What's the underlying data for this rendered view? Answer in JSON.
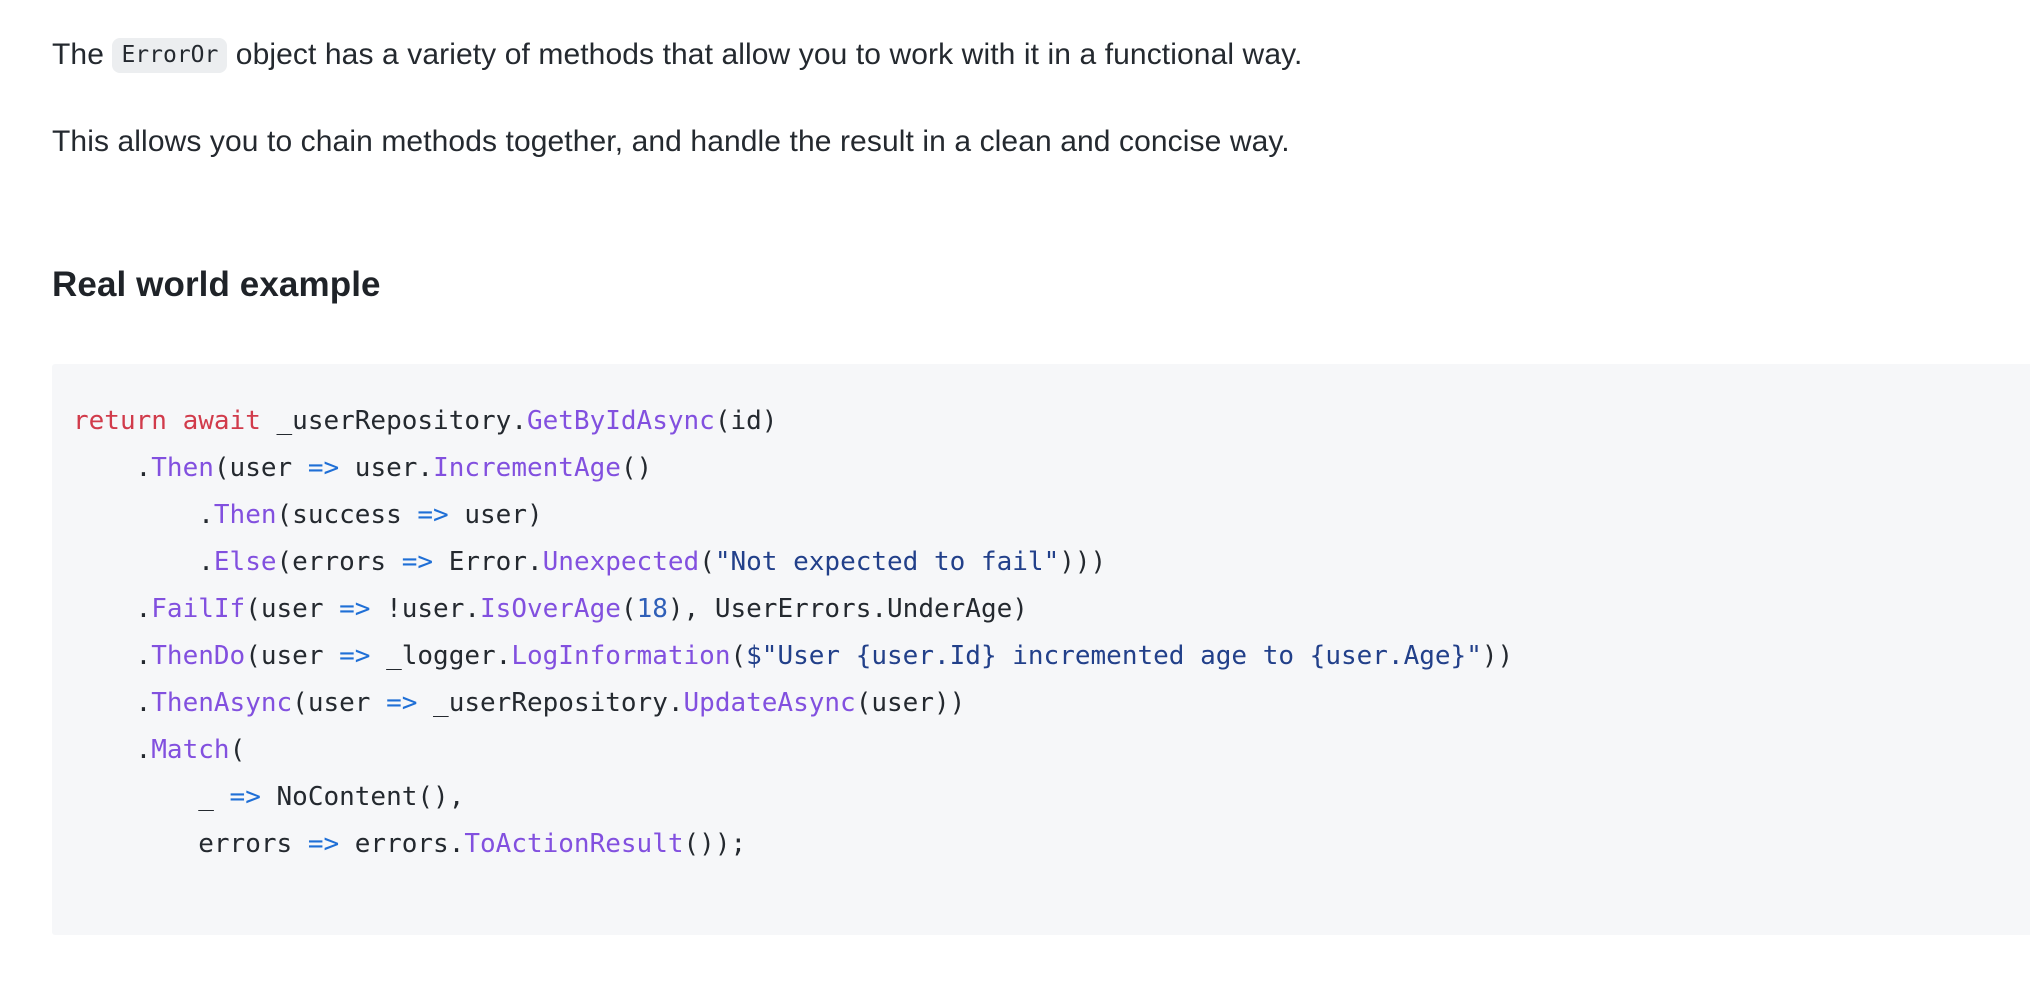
{
  "document": {
    "paragraph_1": {
      "before_code": "The ",
      "code_chip": "ErrorOr",
      "after_code": " object has a variety of methods that allow you to work with it in a functional way."
    },
    "paragraph_2": "This allows you to chain methods together, and handle the result in a clean and concise way.",
    "heading": "Real world example"
  },
  "colors": {
    "page_background": "#ffffff",
    "body_text": "#24292f",
    "heading_text": "#1f2328",
    "inline_code_background": "#eceef0",
    "code_block_background": "#f6f7f9",
    "keyword": "#d13b4b",
    "method": "#8250df",
    "operator": "#1f6fd6",
    "string": "#22408a",
    "number": "#2f5fb8"
  },
  "code_block": {
    "language": "csharp",
    "plain_text": "return await _userRepository.GetByIdAsync(id)\n    .Then(user => user.IncrementAge()\n        .Then(success => user)\n        .Else(errors => Error.Unexpected(\"Not expected to fail\")))\n    .FailIf(user => !user.IsOverAge(18), UserErrors.UnderAge)\n    .ThenDo(user => _logger.LogInformation($\"User {user.Id} incremented age to {user.Age}\"))\n    .ThenAsync(user => _userRepository.UpdateAsync(user))\n    .Match(\n        _ => NoContent(),\n        errors => errors.ToActionResult());",
    "lines": [
      {
        "indent": 0,
        "tokens": [
          {
            "t": "return",
            "k": "keyword"
          },
          {
            "t": " ",
            "k": "plain"
          },
          {
            "t": "await",
            "k": "keyword"
          },
          {
            "t": " _userRepository.",
            "k": "ident"
          },
          {
            "t": "GetByIdAsync",
            "k": "method"
          },
          {
            "t": "(id)",
            "k": "plain"
          }
        ]
      },
      {
        "indent": 4,
        "tokens": [
          {
            "t": ".",
            "k": "plain"
          },
          {
            "t": "Then",
            "k": "method"
          },
          {
            "t": "(user ",
            "k": "plain"
          },
          {
            "t": "=>",
            "k": "operator"
          },
          {
            "t": " user.",
            "k": "plain"
          },
          {
            "t": "IncrementAge",
            "k": "method"
          },
          {
            "t": "()",
            "k": "plain"
          }
        ]
      },
      {
        "indent": 8,
        "tokens": [
          {
            "t": ".",
            "k": "plain"
          },
          {
            "t": "Then",
            "k": "method"
          },
          {
            "t": "(success ",
            "k": "plain"
          },
          {
            "t": "=>",
            "k": "operator"
          },
          {
            "t": " user)",
            "k": "plain"
          }
        ]
      },
      {
        "indent": 8,
        "tokens": [
          {
            "t": ".",
            "k": "plain"
          },
          {
            "t": "Else",
            "k": "method"
          },
          {
            "t": "(errors ",
            "k": "plain"
          },
          {
            "t": "=>",
            "k": "operator"
          },
          {
            "t": " Error.",
            "k": "plain"
          },
          {
            "t": "Unexpected",
            "k": "method"
          },
          {
            "t": "(",
            "k": "plain"
          },
          {
            "t": "\"Not expected to fail\"",
            "k": "string"
          },
          {
            "t": ")))",
            "k": "plain"
          }
        ]
      },
      {
        "indent": 4,
        "tokens": [
          {
            "t": ".",
            "k": "plain"
          },
          {
            "t": "FailIf",
            "k": "method"
          },
          {
            "t": "(user ",
            "k": "plain"
          },
          {
            "t": "=>",
            "k": "operator"
          },
          {
            "t": " !user.",
            "k": "plain"
          },
          {
            "t": "IsOverAge",
            "k": "method"
          },
          {
            "t": "(",
            "k": "plain"
          },
          {
            "t": "18",
            "k": "number"
          },
          {
            "t": "), UserErrors.UnderAge)",
            "k": "plain"
          }
        ]
      },
      {
        "indent": 4,
        "tokens": [
          {
            "t": ".",
            "k": "plain"
          },
          {
            "t": "ThenDo",
            "k": "method"
          },
          {
            "t": "(user ",
            "k": "plain"
          },
          {
            "t": "=>",
            "k": "operator"
          },
          {
            "t": " _logger.",
            "k": "plain"
          },
          {
            "t": "LogInformation",
            "k": "method"
          },
          {
            "t": "(",
            "k": "plain"
          },
          {
            "t": "$\"User {user.Id} incremented age to {user.Age}\"",
            "k": "string"
          },
          {
            "t": "))",
            "k": "plain"
          }
        ]
      },
      {
        "indent": 4,
        "tokens": [
          {
            "t": ".",
            "k": "plain"
          },
          {
            "t": "ThenAsync",
            "k": "method"
          },
          {
            "t": "(user ",
            "k": "plain"
          },
          {
            "t": "=>",
            "k": "operator"
          },
          {
            "t": " _userRepository.",
            "k": "plain"
          },
          {
            "t": "UpdateAsync",
            "k": "method"
          },
          {
            "t": "(user))",
            "k": "plain"
          }
        ]
      },
      {
        "indent": 4,
        "tokens": [
          {
            "t": ".",
            "k": "plain"
          },
          {
            "t": "Match",
            "k": "method"
          },
          {
            "t": "(",
            "k": "plain"
          }
        ]
      },
      {
        "indent": 8,
        "tokens": [
          {
            "t": "_ ",
            "k": "plain"
          },
          {
            "t": "=>",
            "k": "operator"
          },
          {
            "t": " NoContent(),",
            "k": "plain"
          }
        ]
      },
      {
        "indent": 8,
        "tokens": [
          {
            "t": "errors ",
            "k": "plain"
          },
          {
            "t": "=>",
            "k": "operator"
          },
          {
            "t": " errors.",
            "k": "plain"
          },
          {
            "t": "ToActionResult",
            "k": "method"
          },
          {
            "t": "());",
            "k": "plain"
          }
        ]
      }
    ]
  }
}
